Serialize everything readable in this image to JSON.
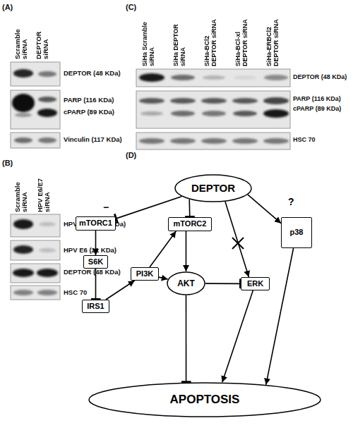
{
  "diagram": {
    "nodes": [
      {
        "text": [
          "DEPTOR"
        ]
      },
      {
        "text": [
          "mTORC1"
        ]
      },
      {
        "text": [
          "mTORC2"
        ]
      },
      {
        "text": [
          "p38"
        ]
      },
      {
        "text": [
          "S6K"
        ]
      },
      {
        "text": [
          "PI3K"
        ]
      },
      {
        "text": [
          "AKT"
        ]
      },
      {
        "text": [
          "ERK"
        ]
      },
      {
        "text": [
          "IRS1"
        ]
      },
      {
        "text": [
          "APOPTOSIS"
        ]
      }
    ],
    "edges": [
      {
        "from": 0,
        "to": 1,
        "arrow": "to",
        "label": "−"
      },
      {
        "from": 0,
        "to": 2,
        "arrow": "to"
      },
      {
        "from": 0,
        "to": 7,
        "arrow": "to"
      },
      {
        "from": 0,
        "to": 3,
        "arrow": "to",
        "label": "?"
      },
      {
        "from": 1,
        "to": 4,
        "arrow": "to"
      },
      {
        "from": 4,
        "to": 8,
        "arrow": "to"
      },
      {
        "from": 8,
        "to": 5,
        "arrow": "to"
      },
      {
        "from": 5,
        "to": 2,
        "arrow": "to"
      },
      {
        "from": 5,
        "to": 6,
        "arrow": "to"
      },
      {
        "from": 2,
        "to": 6,
        "arrow": "to"
      },
      {
        "from": 6,
        "to": 7,
        "arrow": "to"
      },
      {
        "from": 6,
        "to": 9,
        "arrow": "to"
      },
      {
        "from": 7,
        "to": 9,
        "arrow": "to"
      },
      {
        "from": 3,
        "to": 9,
        "arrow": "to"
      }
    ],
    "labels": [
      "(A)",
      "Scramble siRNA",
      "DEPTOR siRNA",
      "DEPTOR (48 KDa)",
      "PARP (116 KDa)",
      "cPARP (89 KDa)",
      "Vinculin (117 KDa)",
      "(B)",
      "Scramble siRNA",
      "HPV E6/E7 siRNA",
      "HPV E7 (16/17 KDa)",
      "HPV E6 (21 KDa)",
      "DEPTOR (48 KDa)",
      "HSC 70",
      "(C)",
      "SiHa Scramble siRNA",
      "SiHa DEPTOR siRNA",
      "SiHa-BCl2 DEPTOR siRNA",
      "SiHa-BCl-xl DEPTOR siRNA",
      "SiHa-ERBCl2 DEPTOR siRNA",
      "DEPTOR (48 KDa)",
      "PARP (116 KDa)",
      "cPARP (89 KDa)",
      "HSC 70",
      "(D)"
    ]
  }
}
